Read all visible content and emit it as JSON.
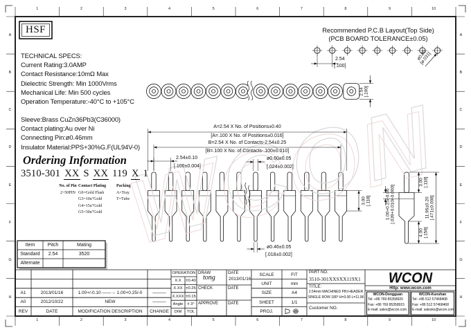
{
  "frame": {
    "top_ruler": [
      "1",
      "2",
      "3",
      "4",
      "5",
      "6",
      "7",
      "8",
      "9",
      "10"
    ],
    "bottom_ruler": [
      "1",
      "2",
      "3",
      "4",
      "5",
      "6",
      "7",
      "8",
      "9",
      "10"
    ],
    "left_ruler": [
      "A",
      "B",
      "C",
      "D",
      "E",
      "F",
      "G",
      "H"
    ],
    "right_ruler": [
      "A",
      "B",
      "C",
      "D",
      "E",
      "F",
      "G",
      "H"
    ]
  },
  "logo": {
    "text": "HSF"
  },
  "specs": {
    "title": "TECHNICAL SPECS:",
    "lines": [
      "Current Rating:3.0AMP",
      "Contact Resistance:10mΩ Max",
      "Dielectric Strength: Min 1000Vrms",
      "Mechanical Life: Min 500 cycles",
      "Operation Temperature:-40°C to +105°C"
    ]
  },
  "materials": {
    "lines": [
      "Sleeve:Brass CuZn36Pb3(C36000)",
      "Contact plating:Au over Ni",
      "Connecting Pin:ø0.46mm",
      "Insulator Material:PPS+30%G.F(UL94V-0)"
    ]
  },
  "ordering": {
    "title": "Ordering Information",
    "code_parts": [
      "3510-301",
      "XX",
      "S",
      "XX",
      "119",
      "X",
      "1"
    ],
    "legend": [
      {
        "title": "No. of Pin",
        "lines": [
          "2~50PIN"
        ]
      },
      {
        "title": "Contact Plating",
        "lines": [
          "G0=Gold Flash",
          "G3=10u\"Gold",
          "G4=15u\"Gold",
          "G5=30u\"Gold"
        ]
      },
      {
        "title": "Packing",
        "lines": [
          "A=Tray",
          "T=Tube"
        ]
      }
    ]
  },
  "pcb_layout": {
    "title": "Recommended P.C.B Layout(Top Side)",
    "subtitle": "(PCB BOARD TOLERANCE±0.05)",
    "pitch_mm": "2.54",
    "pitch_in": "[.100]",
    "hole_mm": "ø0.80",
    "hole_in": "[ø.031]"
  },
  "top_view": {
    "width_mm": "2.54",
    "width_in": "[.100]"
  },
  "dims": {
    "a_mm": "A=2.54 X No. of Positions±0.40",
    "a_in": "[A=.100 X No. of Positions±0.016]",
    "b_mm": "B=2.54 X No. of Contacts-2.54±0.25",
    "b_in": "[B=.100 X No. of Contacts-.100±0.010]",
    "pitch_mm": "2.54±0.10",
    "pitch_in": "[.100±0.004]",
    "pin_dia_mm": "ø0.60±0.05",
    "pin_dia_in": "[.024±0.002]",
    "tail_dia_mm": "ø0.46±0.05",
    "tail_dia_in": "[.018±0.002]",
    "post_mm": "3.00",
    "post_in": "[.118]",
    "body_mm": "3.00",
    "body_in": "[.118]",
    "collar_mm": "1.00+0.25/-0.00",
    "collar_in": "[.039+0.010/-0.000]",
    "overall_mm": "11.96±0.20",
    "overall_in": "[.471±0.008]",
    "tail_mm": "4.00",
    "tail_in": "[.158]"
  },
  "mating_table": {
    "headers": [
      "Item",
      "Pitch",
      "Mating"
    ],
    "rows": [
      [
        "Standard",
        "2.54",
        "3520"
      ],
      [
        "Alternate",
        "",
        ""
      ]
    ]
  },
  "revisions": {
    "headers": [
      "REV",
      "DATE",
      "MODIFICATION  DESCRIPTION",
      "CHANGE"
    ],
    "rows": [
      {
        "rev": "A1",
        "date": "2013/01/16",
        "desc": "1.00+/-0.10 ——→ 1.00+0.25/-0",
        "change": "———"
      },
      {
        "rev": "A0",
        "date": "2012/10/22",
        "desc": "NEW",
        "change": "———"
      }
    ]
  },
  "tolerance": {
    "header": "OPERATION",
    "rows": [
      [
        "X.X",
        "±0.40"
      ],
      [
        "X.XX",
        "±0.25"
      ],
      [
        "X.XXX",
        "±0.15"
      ],
      [
        "Angle",
        "± 3°"
      ],
      [
        "DIM",
        "TOL"
      ]
    ]
  },
  "approvals": {
    "draw_label": "DRAW",
    "draw_sign": "tong",
    "draw_date_label": "DATE",
    "draw_date": "2013/01/16",
    "check_label": "CHECK",
    "check_date_label": "DATE",
    "approve_label": "APPROVE",
    "approve_date_label": "DATE"
  },
  "info": {
    "scale_label": "SCALE",
    "scale": "FIT",
    "unit_label": "UNIT",
    "unit": "mm",
    "size_label": "SIZE",
    "size": "A4",
    "sheet_label": "SHEET",
    "sheet": "1/1",
    "proj_label": "PROJ."
  },
  "part": {
    "no_label": "PART NO.",
    "no": "3510-301XXSXX119X1",
    "title_label": "TITLE:",
    "title_line1": "2.54mm MACHINED PIN HEADER",
    "title_line2": "SINGLE ROW 180° H=3.00 L=11.96",
    "customer": "Customer NO."
  },
  "company": {
    "logo": "WCON",
    "website": "Http: www.wcon.com",
    "offices": [
      {
        "name": "WCON-Dongguan",
        "tel": "Tel: +86 769 85358920",
        "fax": "Fax: +86 769 85358915",
        "email": "E-mail: sales@wcon.com"
      },
      {
        "name": "WCON-Kunshan",
        "tel": "Tel: +86 512 57468408",
        "fax": "Fax: +86 512 57468468",
        "email": "E-mail: salesks@wcon.com"
      }
    ]
  },
  "watermark": "WCON"
}
